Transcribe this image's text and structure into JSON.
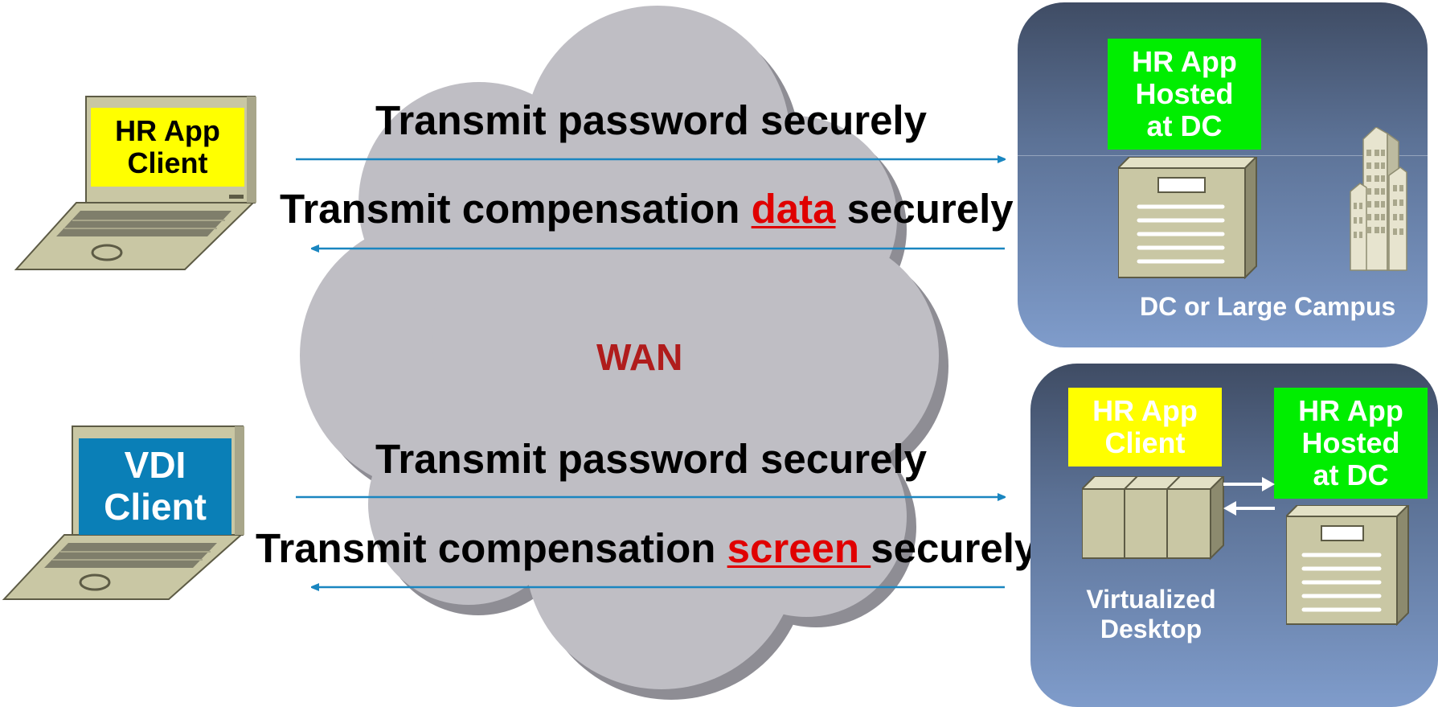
{
  "network": {
    "label": "WAN"
  },
  "top_flow": {
    "client_label": "HR  App\nClient",
    "msg_send": "Transmit password securely",
    "msg_receive": {
      "before": "Transmit compensation ",
      "highlight": "data",
      "after": " securely"
    },
    "server_label": "HR  App\nHosted\nat DC",
    "site_caption": "DC or Large Campus"
  },
  "bottom_flow": {
    "client_label": "VDI\nClient",
    "msg_send": "Transmit password securely",
    "msg_receive": {
      "before": "Transmit compensation ",
      "highlight": "screen ",
      "after": "securely"
    },
    "vdi_app_label": "HR  App\nClient",
    "server_label": "HR  App\nHosted\nat DC",
    "site_caption": "Virtualized\nDesktop"
  },
  "colors": {
    "arrow": "#1a86c0",
    "cloud": "#bfbec4",
    "cloud_shadow": "#8e8d94",
    "highlight": "#e00000",
    "host_box": "#00ee00",
    "client_box": "#ffff00",
    "vdi_box": "#0a7fb7"
  }
}
